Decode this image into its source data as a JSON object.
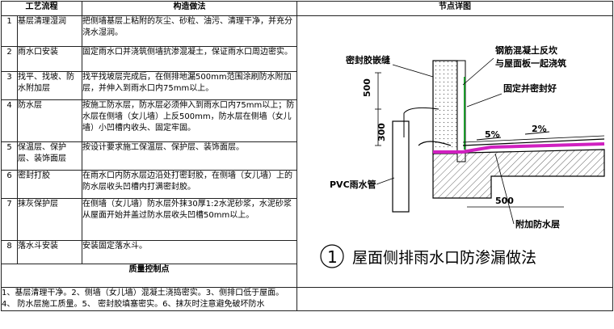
{
  "headers": {
    "process": "工艺流程",
    "method": "构造做法",
    "detail": "节点详图"
  },
  "rows": [
    {
      "no": "1",
      "step": "基层清理湿润",
      "desc": "把侧墙基层上粘附的灰尘、砂粒、油污、清理干净，并充分浇水湿润。"
    },
    {
      "no": "2",
      "step": "雨水口安装",
      "desc": "固定雨水口并浇筑侧墙抗渗混凝土，保证雨水口周边密实。"
    },
    {
      "no": "3",
      "step": "找平、找坡、防水附加层",
      "desc": "找平找坡层完成后，在侧排地漏500mm范围涂刷防水附加层，并伸入到雨水口内75mm以上。"
    },
    {
      "no": "4",
      "step": "防水层",
      "desc": "按施工防水层，防水层必须伸入到雨水口内75mm以上；防水层在侧墙（女儿墙）上反500mm，防水层在侧墙（女儿墙）小凹槽内收头、固定牢固。"
    },
    {
      "no": "5",
      "step": "保温层、保护层、装饰面层",
      "desc": "按设计要求施工保温层、保护层、装饰面层。"
    },
    {
      "no": "6",
      "step": "密封打胶",
      "desc": "在雨水口内防水层边沿处打密封胶，在侧墙（女儿墙）上的防水层收头凹槽内打满密封胶。"
    },
    {
      "no": "7",
      "step": "抹灰保护层",
      "desc": "在侧墙（女儿墙）防水层外抹30厚1:2水泥砂浆，水泥砂浆从屋面开始并盖过防水层收头凹槽50mm以上。"
    },
    {
      "no": "8",
      "step": "落水斗安装",
      "desc": "安装固定落水斗。"
    }
  ],
  "quality": {
    "heading": "质量控制点",
    "text": "1、基层清理干净。2、侧墙（女儿墙）混凝土浇捣密实。3、侧排口低于屋面。4、 防水层施工质量。5、 密封胶填塞密实。6、抹灰时注意避免破坏防水"
  },
  "drawing": {
    "label_sealant": "密封胶嵌缝",
    "label_concrete_1": "钢筋混凝土反坎",
    "label_concrete_2": "与屋面板一起浇筑",
    "label_fix": "固定并密封好",
    "dim_500_v": "500",
    "dim_300_v": "300",
    "slope_1": "5%",
    "slope_2": "2%",
    "label_pvc": "PVC雨水管",
    "dim_500_h": "500",
    "label_extra": "附加防水层",
    "circle_num": "1",
    "caption": "屋面侧排雨水口防渗漏做法"
  }
}
